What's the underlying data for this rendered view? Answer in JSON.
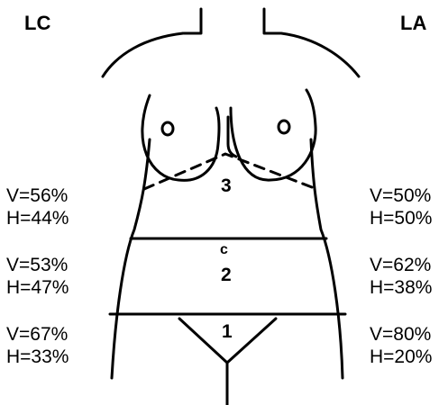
{
  "headers": {
    "left": "LC",
    "right": "LA"
  },
  "zones": [
    {
      "number": "3",
      "left": {
        "v": "V=56%",
        "h": "H=44%"
      },
      "right": {
        "v": "V=50%",
        "h": "H=50%"
      }
    },
    {
      "number": "2",
      "left": {
        "v": "V=53%",
        "h": "H=47%"
      },
      "right": {
        "v": "V=62%",
        "h": "H=38%"
      }
    },
    {
      "number": "1",
      "left": {
        "v": "V=67%",
        "h": "H=33%"
      },
      "right": {
        "v": "V=80%",
        "h": "H=20%"
      }
    }
  ],
  "umbilicus_mark": "c",
  "colors": {
    "ink": "#000000",
    "background": "#ffffff"
  }
}
